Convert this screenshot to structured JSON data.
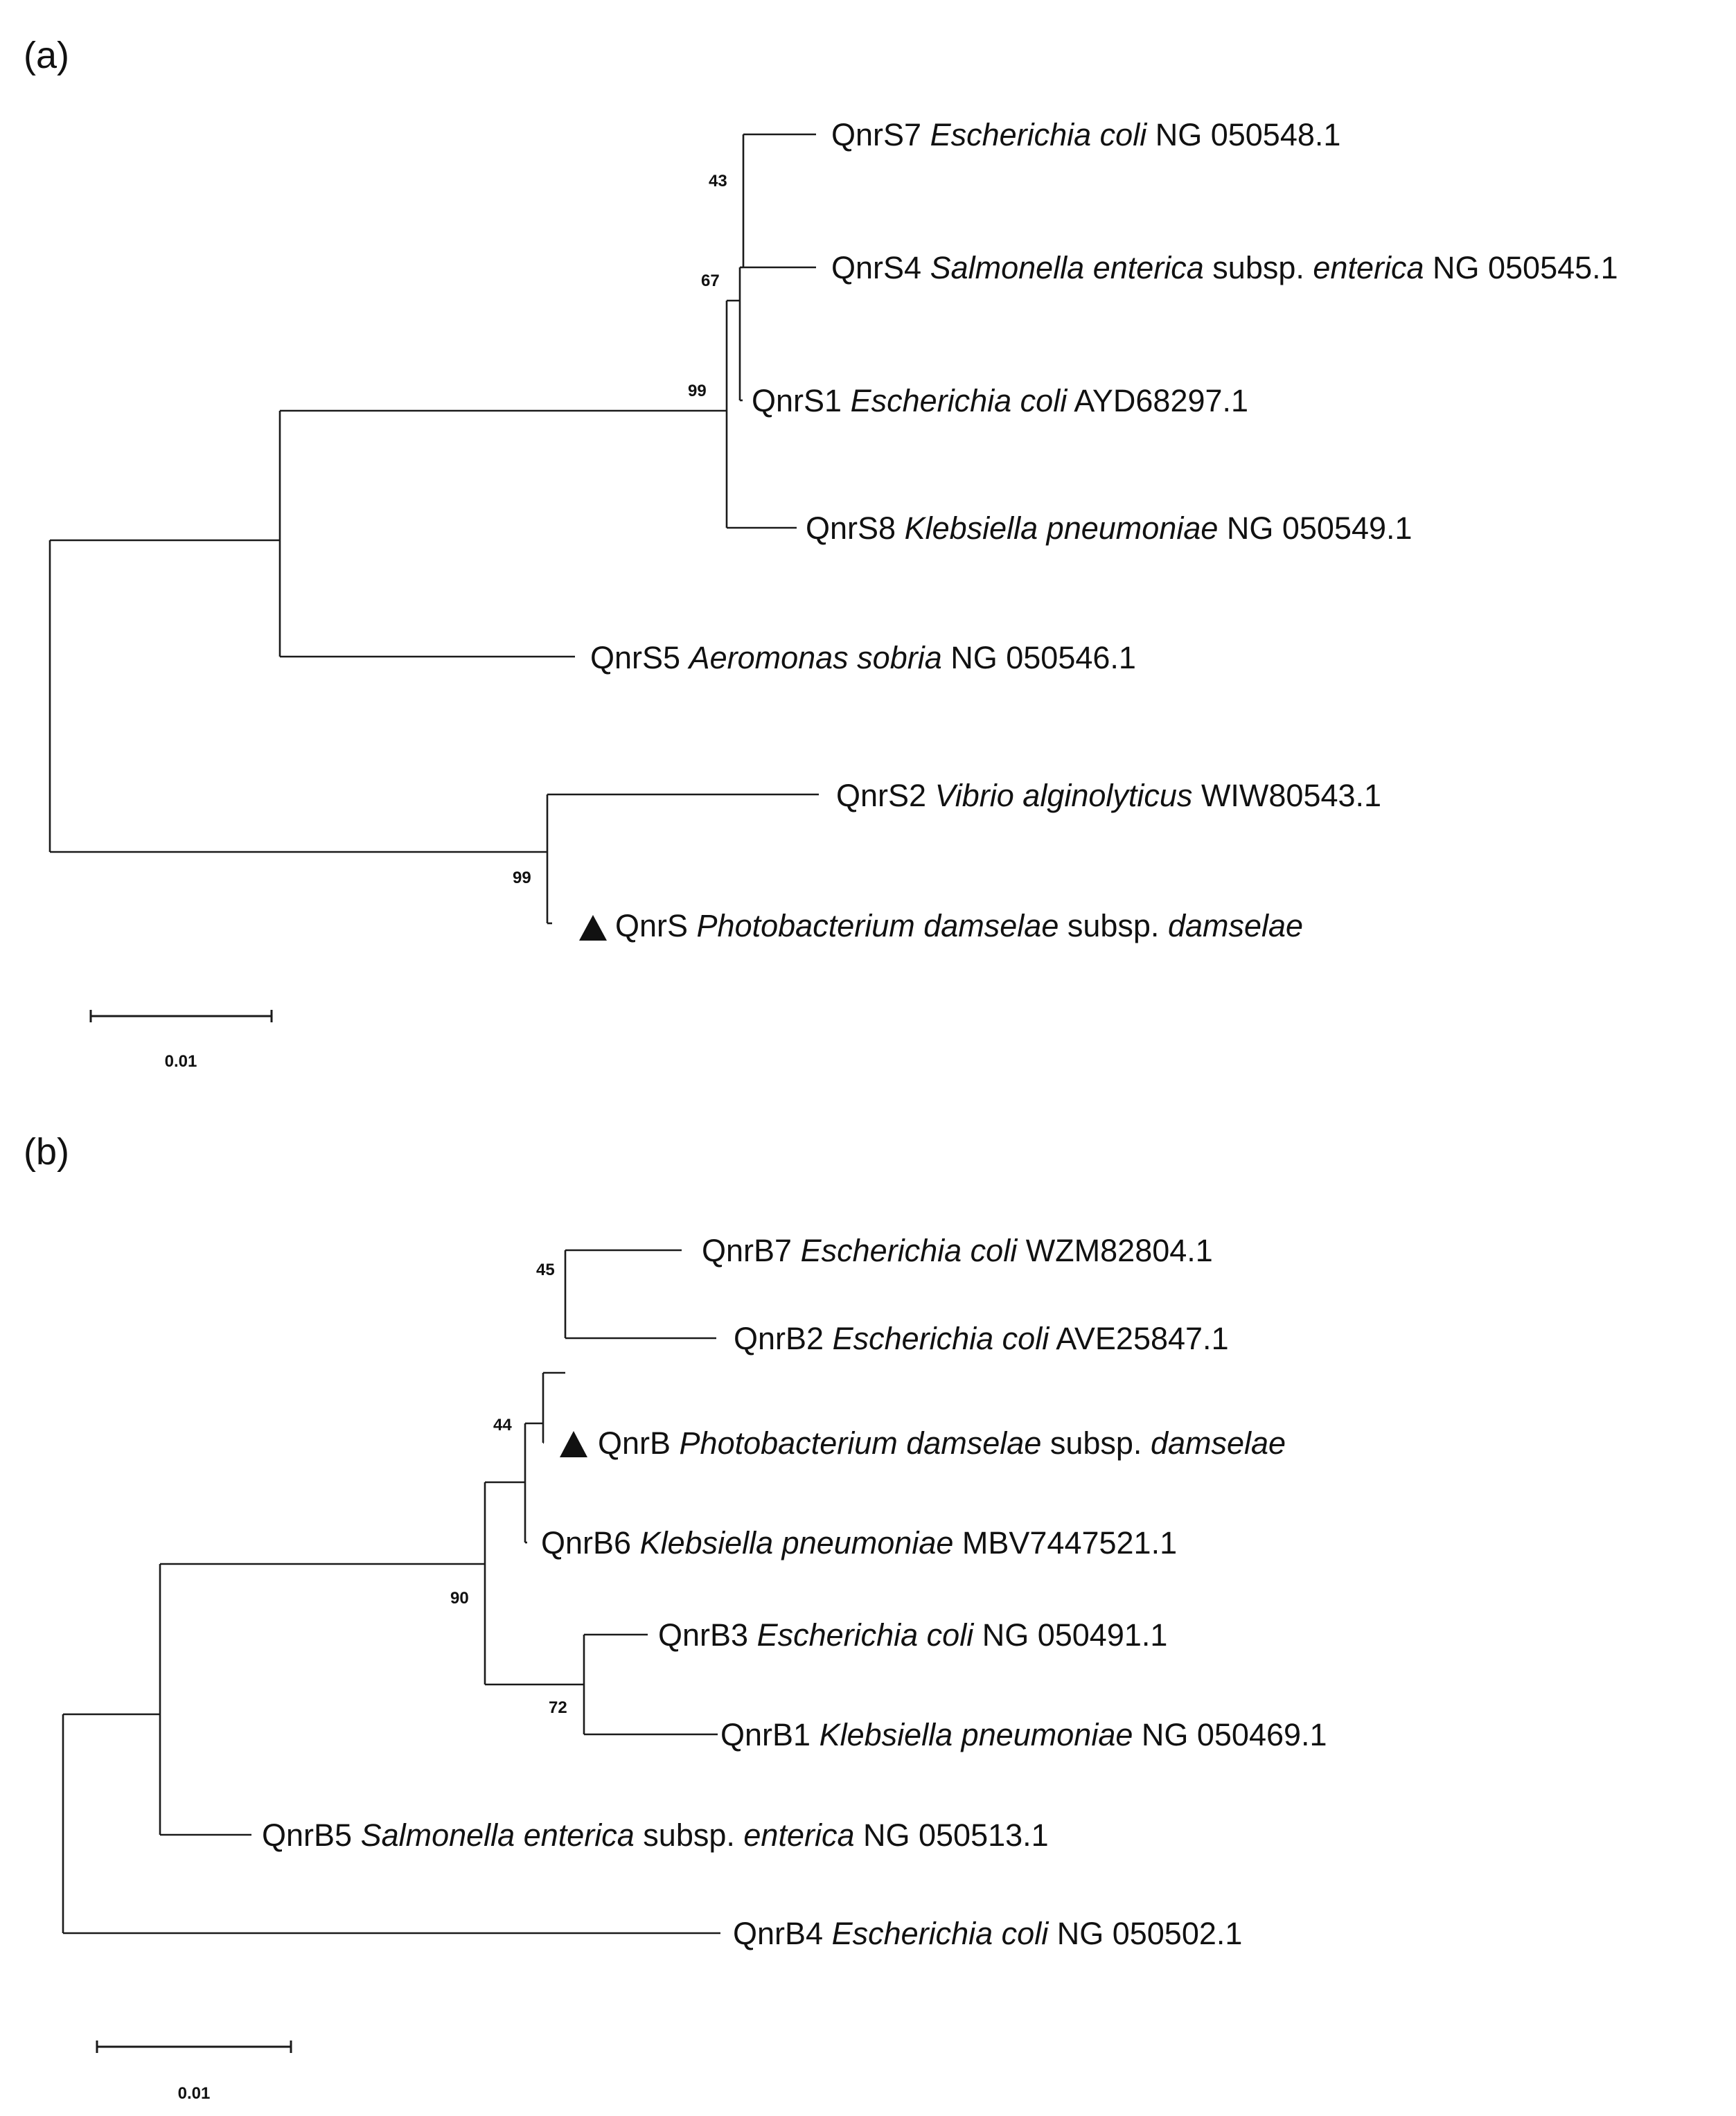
{
  "panels": [
    {
      "label": "(a)",
      "scale_bar": {
        "label": "0.01"
      },
      "bootstrap": [
        "43",
        "67",
        "99",
        "99"
      ],
      "leaves": [
        {
          "id": "S7",
          "marked": false,
          "parts": [
            {
              "t": "QnrS7 "
            },
            {
              "t": "Escherichia coli",
              "i": true
            },
            {
              "t": " NG 050548.1"
            }
          ]
        },
        {
          "id": "S4",
          "marked": false,
          "parts": [
            {
              "t": "QnrS4 "
            },
            {
              "t": "Salmonella enterica",
              "i": true
            },
            {
              "t": " subsp. "
            },
            {
              "t": "enterica",
              "i": true
            },
            {
              "t": " NG 050545.1"
            }
          ]
        },
        {
          "id": "S1",
          "marked": false,
          "parts": [
            {
              "t": "QnrS1 "
            },
            {
              "t": "Escherichia coli",
              "i": true
            },
            {
              "t": " AYD68297.1"
            }
          ]
        },
        {
          "id": "S8",
          "marked": false,
          "parts": [
            {
              "t": "QnrS8 "
            },
            {
              "t": "Klebsiella pneumoniae",
              "i": true
            },
            {
              "t": " NG 050549.1"
            }
          ]
        },
        {
          "id": "S5",
          "marked": false,
          "parts": [
            {
              "t": "QnrS5 "
            },
            {
              "t": "Aeromonas sobria",
              "i": true
            },
            {
              "t": " NG 050546.1"
            }
          ]
        },
        {
          "id": "S2",
          "marked": false,
          "parts": [
            {
              "t": "QnrS2 "
            },
            {
              "t": "Vibrio alginolyticus",
              "i": true
            },
            {
              "t": " WIW80543.1"
            }
          ]
        },
        {
          "id": "S",
          "marked": true,
          "parts": [
            {
              "t": "QnrS "
            },
            {
              "t": "Photobacterium damselae",
              "i": true
            },
            {
              "t": " subsp. "
            },
            {
              "t": "damselae",
              "i": true
            }
          ]
        }
      ]
    },
    {
      "label": "(b)",
      "scale_bar": {
        "label": "0.01"
      },
      "bootstrap": [
        "45",
        "44",
        "90",
        "72"
      ],
      "leaves": [
        {
          "id": "B7",
          "marked": false,
          "parts": [
            {
              "t": "QnrB7 "
            },
            {
              "t": "Escherichia coli",
              "i": true
            },
            {
              "t": " WZM82804.1"
            }
          ]
        },
        {
          "id": "B2",
          "marked": false,
          "parts": [
            {
              "t": "QnrB2 "
            },
            {
              "t": "Escherichia coli",
              "i": true
            },
            {
              "t": " AVE25847.1"
            }
          ]
        },
        {
          "id": "B",
          "marked": true,
          "parts": [
            {
              "t": "QnrB "
            },
            {
              "t": "Photobacterium damselae",
              "i": true
            },
            {
              "t": " subsp. "
            },
            {
              "t": "damselae",
              "i": true
            }
          ]
        },
        {
          "id": "B6",
          "marked": false,
          "parts": [
            {
              "t": "QnrB6 "
            },
            {
              "t": "Klebsiella pneumoniae",
              "i": true
            },
            {
              "t": " MBV7447521.1"
            }
          ]
        },
        {
          "id": "B3",
          "marked": false,
          "parts": [
            {
              "t": "QnrB3 "
            },
            {
              "t": "Escherichia coli",
              "i": true
            },
            {
              "t": " NG 050491.1"
            }
          ]
        },
        {
          "id": "B1",
          "marked": false,
          "parts": [
            {
              "t": "QnrB1 "
            },
            {
              "t": "Klebsiella pneumoniae",
              "i": true
            },
            {
              "t": " NG 050469.1"
            }
          ]
        },
        {
          "id": "B5",
          "marked": false,
          "parts": [
            {
              "t": "QnrB5 "
            },
            {
              "t": "Salmonella enterica",
              "i": true
            },
            {
              "t": " subsp. "
            },
            {
              "t": "enterica",
              "i": true
            },
            {
              "t": " NG 050513.1"
            }
          ]
        },
        {
          "id": "B4",
          "marked": false,
          "parts": [
            {
              "t": "QnrB4 "
            },
            {
              "t": "Escherichia coli",
              "i": true
            },
            {
              "t": " NG 050502.1"
            }
          ]
        }
      ]
    }
  ]
}
